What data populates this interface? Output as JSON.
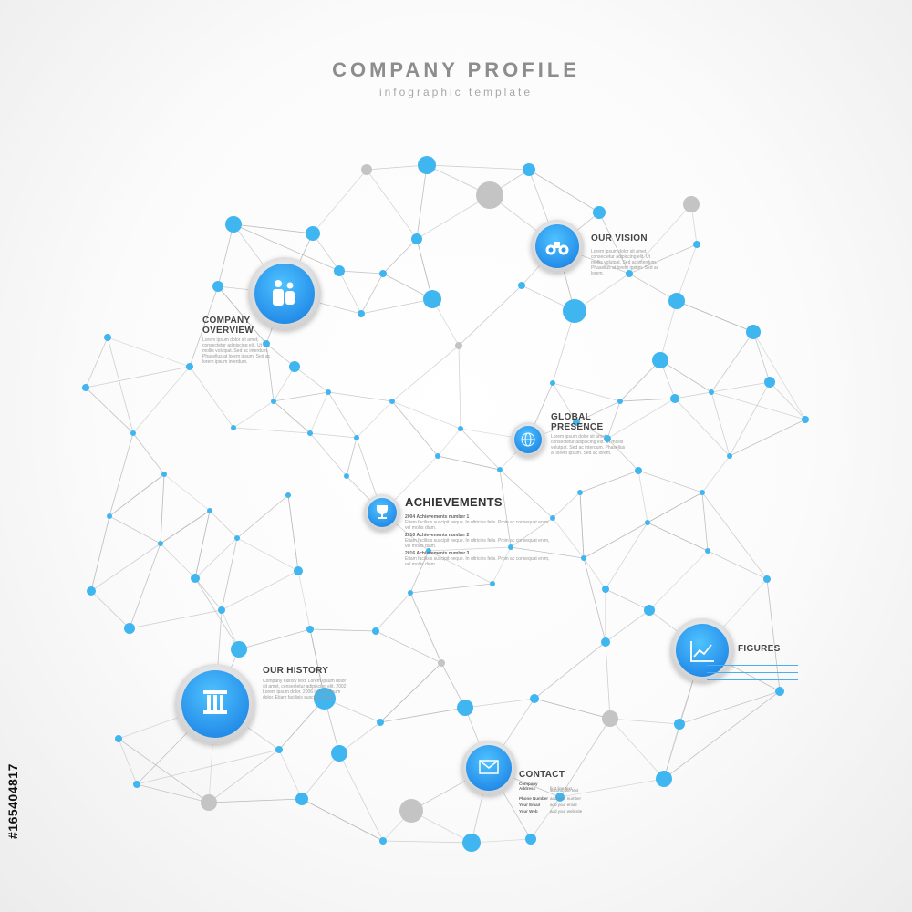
{
  "header": {
    "title": "COMPANY PROFILE",
    "subtitle": "infographic template"
  },
  "side_id": "#165404817",
  "colors": {
    "accent": "#2a9bf0",
    "node_blue": "#3fb6ef",
    "node_gray": "#c4c4c4",
    "line": "#b4b4b4"
  },
  "sections": {
    "company_overview": {
      "title_line1": "COMPANY",
      "title_line2": "OVERVIEW",
      "icon": "people-icon",
      "text": "Lorem ipsum dolor sit amet, consectetur adipiscing elit. Ut mollis volutpat. Sed ac interdum. Phasellus at lorem ipsum. Sed ac lorem ipsum interdum."
    },
    "our_vision": {
      "title": "OUR VISION",
      "icon": "binoculars-icon",
      "text": "Lorem ipsum dolor sit amet, consectetur adipiscing elit. Ut mollis volutpat. Sed ac interdum. Phasellus at lorem ipsum. Sed ac lorem."
    },
    "global_presence": {
      "title_line1": "GLOBAL",
      "title_line2": "PRESENCE",
      "icon": "globe-icon",
      "text": "Lorem ipsum dolor sit amet, consectetur adipiscing elit. Ut mollis volutpat. Sed ac interdum. Phasellus at lorem ipsum. Sed ac lorem."
    },
    "achievements": {
      "title": "ACHIEVEMENTS",
      "icon": "trophy-icon",
      "entries": [
        {
          "year": "2004",
          "name": "Achievements number 1",
          "text": "Etiam facilisis suscipit neque. In ultricies felis. Proin ac consequat enim, vel mollis diam."
        },
        {
          "year": "2010",
          "name": "Achievements number 2",
          "text": "Etiam facilisis suscipit neque. In ultricies felis. Proin ac consequat enim, vel mollis diam."
        },
        {
          "year": "2016",
          "name": "Achievements number 3",
          "text": "Etiam facilisis suscipit neque. In ultricies felis. Proin ac consequat enim, vel mollis diam."
        }
      ]
    },
    "our_history": {
      "title": "OUR HISTORY",
      "icon": "column-icon",
      "text": "Company history text. Lorem ipsum dolor sit amet, consectetur adipiscing elit. 2002 Lorem ipsum dolor. 2006 Lorem ipsum dolor. Etiam facilisis suscipit neque."
    },
    "figures": {
      "title": "FIGURES",
      "icon": "chart-icon"
    },
    "contact": {
      "title": "CONTACT",
      "icon": "envelope-icon",
      "rows": [
        {
          "key": "Company Address",
          "value": "first line text"
        },
        {
          "key": "",
          "value": "second line text"
        },
        {
          "key": "Phone Number",
          "value": "add your number"
        },
        {
          "key": "Your Email",
          "value": "add your email"
        },
        {
          "key": "Your Web",
          "value": "add your web site"
        }
      ]
    }
  }
}
